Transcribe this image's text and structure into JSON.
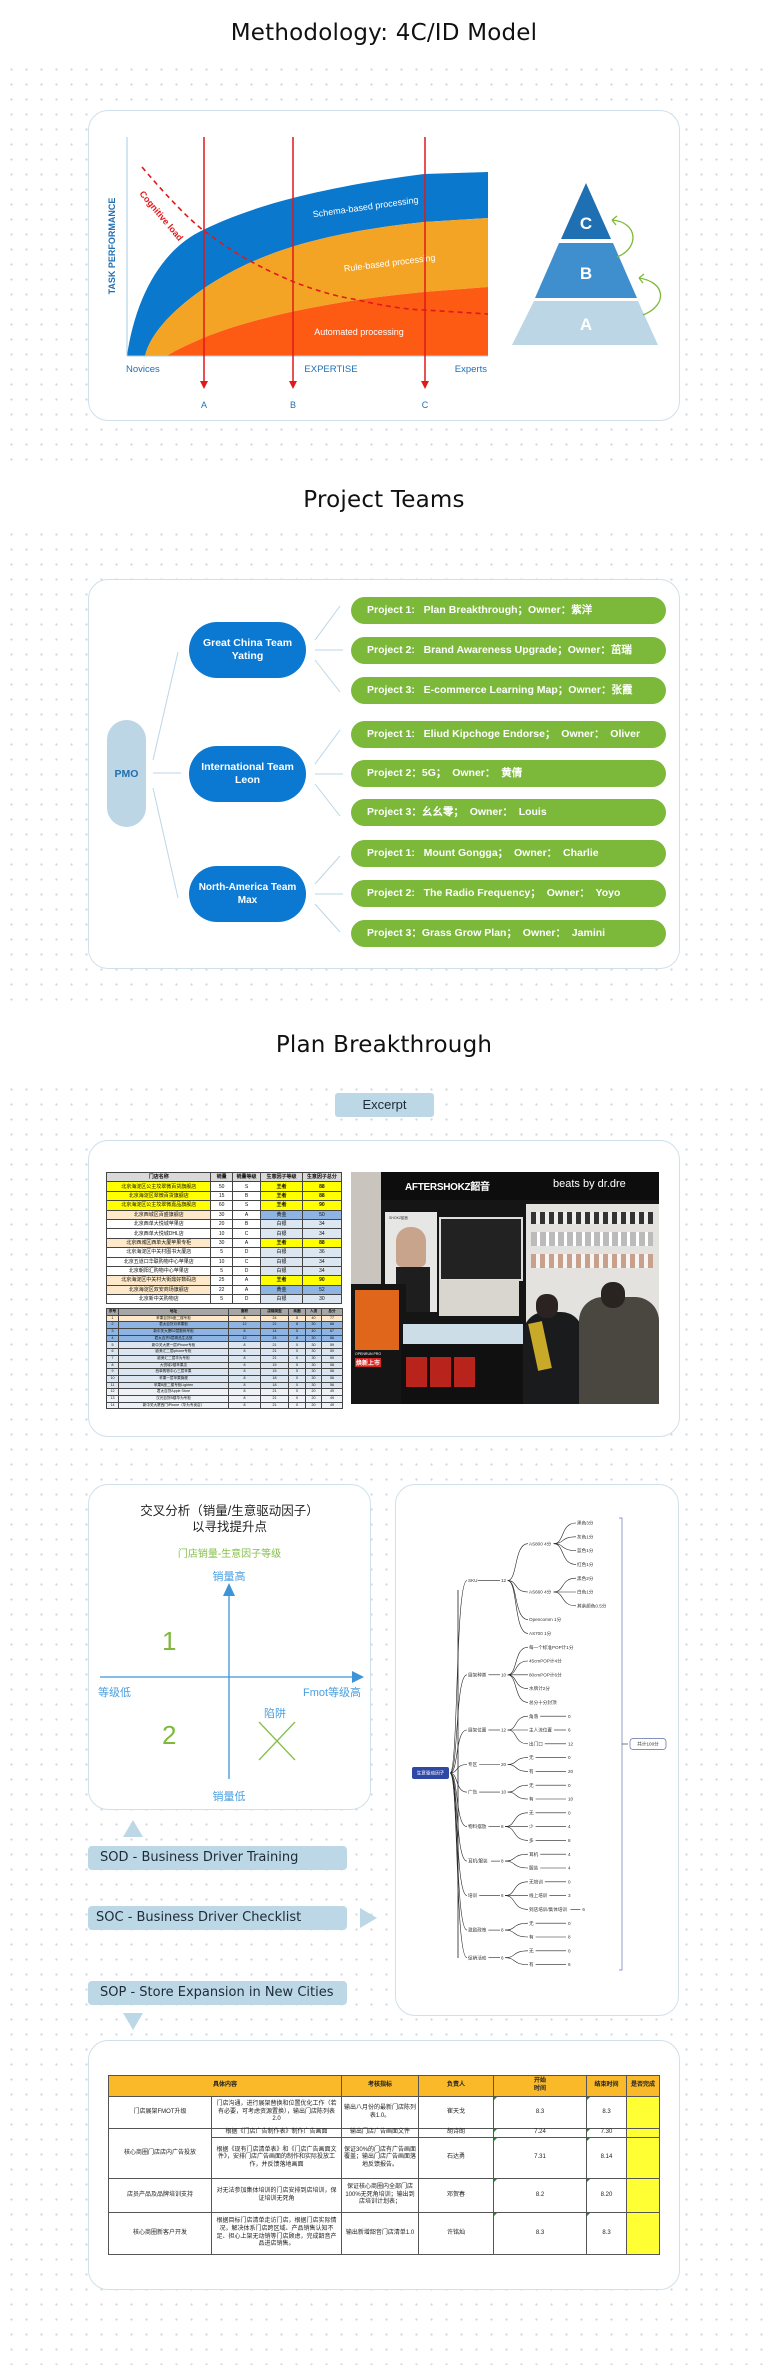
{
  "sections": {
    "methodology": {
      "title": "Methodology: 4C/ID Model"
    },
    "teams": {
      "title": "Project Teams"
    },
    "plan": {
      "title": "Plan Breakthrough",
      "excerpt_button": "Excerpt"
    }
  },
  "model_chart": {
    "y_axis": "TASK PERFORMANCE",
    "x_left": "Novices",
    "x_center": "EXPERTISE",
    "x_right": "Experts",
    "band_schema": "Schema-based processing",
    "band_rule": "Rule-based processing",
    "band_auto": "Automated processing",
    "curve_label": "Cognitive load",
    "markers": [
      "A",
      "B",
      "C"
    ]
  },
  "pyramid": {
    "levels": [
      "C",
      "B",
      "A"
    ]
  },
  "teams": {
    "pmo": "PMO",
    "groups": [
      {
        "name": "Great China Team",
        "lead": "Yating",
        "projects": [
          "Project 1:   Plan Breakthrough；Owner：紫洋",
          "Project 2:   Brand Awareness Upgrade；Owner：茁瑞",
          "Project 3:   E-commerce Learning Map；Owner：张霞"
        ]
      },
      {
        "name": "International Team",
        "lead": "Leon",
        "projects": [
          "Project 1:   Eliud Kipchoge Endorse；  Owner：  Oliver",
          "Project 2：5G；  Owner：  黄倩",
          "Project 3：幺幺零；  Owner：  Louis"
        ]
      },
      {
        "name": "North-America Team",
        "lead": "Max",
        "projects": [
          "Project 1:   Mount Gongga；  Owner：  Charlie",
          "Project 2:   The Radio Frequency；  Owner：  Yoyo",
          "Project 3：Grass Grow Plan；  Owner：  Jamini"
        ]
      }
    ]
  },
  "excerpt": {
    "table1": {
      "headers": [
        "门店名称",
        "销量",
        "销量等级",
        "生意因子等级",
        "生意因子总分"
      ],
      "rows": [
        [
          "北京海淀区公主坟翠微百货旗舰店",
          "50",
          "S",
          "王者",
          "88"
        ],
        [
          "北京海淀区翠微百货旗舰店",
          "15",
          "B",
          "王者",
          "88"
        ],
        [
          "北京海淀区公主坟翠微嘉品旗舰店",
          "60",
          "S",
          "王者",
          "90"
        ],
        [
          "北京西城区百盛旗舰店",
          "30",
          "A",
          "黄金",
          "50"
        ],
        [
          "北京西单大悦城苹果店",
          "20",
          "B",
          "白银",
          "34"
        ],
        [
          "北京西单大悦城DHL店",
          "10",
          "C",
          "白银",
          "34"
        ],
        [
          "北京西城区西单大厦苹果专柜",
          "30",
          "A",
          "王者",
          "88"
        ],
        [
          "北京海淀区中关村图书大厦店",
          "5",
          "D",
          "白银",
          "36"
        ],
        [
          "北京五道口华联购物中心苹果店",
          "10",
          "C",
          "白银",
          "34"
        ],
        [
          "北京朝阳汇购物中心苹果店",
          "5",
          "D",
          "白银",
          "34"
        ],
        [
          "北京海淀区中关村大街鼎好数码店",
          "25",
          "A",
          "王者",
          "90"
        ],
        [
          "北京海淀区双安商场旗舰店",
          "22",
          "A",
          "黄金",
          "52"
        ],
        [
          "北京新中关购物店",
          "5",
          "D",
          "白银",
          "30"
        ]
      ]
    },
    "table2": {
      "headers": [
        "序号",
        "地址",
        "面积",
        "店铺类型",
        "商圈",
        "人流",
        "总分"
      ],
      "rows": [
        [
          "1",
          "苹果百货B座二楼专柜",
          "8",
          "24",
          "5",
          "40",
          "77"
        ],
        [
          "2",
          "君太百货月苹果柜",
          "12",
          "21",
          "8",
          "30",
          "68"
        ],
        [
          "3",
          "新中关大厦B2层数码专柜",
          "8",
          "14",
          "5",
          "40",
          "67"
        ],
        [
          "4",
          "君太百货5层精品生活馆",
          "12",
          "24",
          "8",
          "30",
          "66"
        ],
        [
          "5",
          "新中关大厦一层iPhone专柜",
          "8",
          "21",
          "0",
          "30",
          "59"
        ],
        [
          "6",
          "欧美汇二层iphone专柜",
          "8",
          "21",
          "0",
          "30",
          "59"
        ],
        [
          "7",
          "欧美汇二层华为专柜",
          "8",
          "21",
          "0",
          "30",
          "59"
        ],
        [
          "8",
          "大悦城2楼苹果店",
          "8",
          "15",
          "5",
          "30",
          "58"
        ],
        [
          "9",
          "西单购物中心三层苹果",
          "8",
          "15",
          "5",
          "30",
          "58"
        ],
        [
          "10",
          "苹果一层苹果旗舰",
          "8",
          "18",
          "0",
          "30",
          "56"
        ],
        [
          "11",
          "苹果B座二楼专柜Lighten",
          "8",
          "18",
          "0",
          "30",
          "56"
        ],
        [
          "12",
          "君太百货Apple Store",
          "8",
          "21",
          "0",
          "20",
          "49"
        ],
        [
          "13",
          "汉光百货B楼华为专柜",
          "8",
          "21",
          "0",
          "20",
          "49"
        ],
        [
          "14",
          "新中关大厦西门iPhone（华为专卖店）",
          "8",
          "21",
          "0",
          "20",
          "49"
        ]
      ]
    },
    "photo": {
      "brand_left": "AFTERSHOKZ韶音",
      "brand_right": "beats by dr.dre",
      "poster_brand": "SHOKZ韶音",
      "poster_model": "OPENRUN PRO",
      "poster_slogan": "焕新上市"
    }
  },
  "quadrant": {
    "title_line1": "交叉分析（销量/生意驱动因子）",
    "title_line2": "以寻找提升点",
    "subtitle": "门店销量-生意因子等级",
    "y_high": "销量高",
    "y_low": "销量低",
    "x_low": "等级低",
    "x_high": "Fmot等级高",
    "q1": "1",
    "q2": "2",
    "trap": "陷阱"
  },
  "sop": {
    "items": [
      "SOD - Business Driver Training",
      "SOC - Business Driver Checklist",
      "SOP - Store Expansion in New Cities"
    ]
  },
  "mindmap": {
    "root": "生意驱动因子",
    "total": "共计100分",
    "branches": [
      {
        "label": "SKU",
        "value": "12",
        "children": [
          {
            "label": "AS800 4分",
            "children": [
              {
                "label": "黑色3分"
              },
              {
                "label": "灰色1分"
              },
              {
                "label": "蓝色1分"
              },
              {
                "label": "红色1分"
              }
            ]
          },
          {
            "label": "AS660 4分",
            "children": [
              {
                "label": "黑色2分"
              },
              {
                "label": "白色1分"
              },
              {
                "label": "其余颜色0.5分"
              }
            ]
          },
          {
            "label": "Opencomm 1分"
          },
          {
            "label": "AS700 1分"
          }
        ]
      },
      {
        "label": "展架种类",
        "value": "10",
        "children": [
          {
            "label": "每一个标准POP计1分"
          },
          {
            "label": "45cmPOP计4分"
          },
          {
            "label": "80cmPOP计6分"
          },
          {
            "label": "水牌计2分"
          },
          {
            "label": "总分十分封顶"
          }
        ]
      },
      {
        "label": "展架位置",
        "value": "12",
        "children": [
          {
            "label": "角落",
            "value": "0"
          },
          {
            "label": "主人流位置",
            "value": "6"
          },
          {
            "label": "出门口",
            "value": "12"
          }
        ]
      },
      {
        "label": "专区",
        "value": "20",
        "children": [
          {
            "label": "无",
            "value": "0"
          },
          {
            "label": "有",
            "value": "20"
          }
        ]
      },
      {
        "label": "广告",
        "value": "10",
        "children": [
          {
            "label": "无",
            "value": "0"
          },
          {
            "label": "有",
            "value": "10"
          }
        ]
      },
      {
        "label": "物料摆放",
        "value": "8",
        "children": [
          {
            "label": "无",
            "value": "0"
          },
          {
            "label": "少",
            "value": "4"
          },
          {
            "label": "多",
            "value": "8"
          }
        ]
      },
      {
        "label": "耳机/服装",
        "value": "8",
        "children": [
          {
            "label": "耳机",
            "value": "4"
          },
          {
            "label": "服装",
            "value": "4"
          }
        ]
      },
      {
        "label": "培训",
        "value": "6",
        "children": [
          {
            "label": "无培训",
            "value": "0"
          },
          {
            "label": "线上培训",
            "value": "3"
          },
          {
            "label": "到店培训/集体培训",
            "value": "6"
          }
        ]
      },
      {
        "label": "激励政策",
        "value": "8",
        "children": [
          {
            "label": "无",
            "value": "0"
          },
          {
            "label": "有",
            "value": "8"
          }
        ]
      },
      {
        "label": "促销活动",
        "value": "6",
        "children": [
          {
            "label": "无",
            "value": "0"
          },
          {
            "label": "有",
            "value": "6"
          }
        ]
      }
    ]
  },
  "plan_table": {
    "headers": {
      "content": "具体内容",
      "kpi": "考核指标",
      "owner": "负责人",
      "start": "开始时间",
      "end": "结束时间",
      "done": "是否完成"
    },
    "rows": [
      {
        "task": "门店展架FMOT升级",
        "detail": "门店沟通，进行展架替换和位置优化工作（若有必要，可考虑资源置换），输出门店陈列表2.0",
        "kpi": "输出八月份的最新门店陈列表1.0。",
        "owner": "崔天戈",
        "start": "8.3",
        "end": "8.3"
      },
      {
        "task": "核心商圈门店店内广告投放",
        "detail": "根据《门店广告制作表》制作广告画面",
        "kpi": "输出门店广告画面文件",
        "owner": "胡诗朗",
        "start": "7.24",
        "end": "7.30"
      },
      {
        "task": "",
        "detail": "根据《现有门店清单表》和《门店广告画面文件》，安排门店广告画面的制作和实际投放工作，并反馈落地画面",
        "kpi": "保证30%的门店有广告画面覆盖；输出门店广告画面落地反馈报告。",
        "owner": "石达勇",
        "start": "7.31",
        "end": "8.14"
      },
      {
        "task": "店员产品及品牌培训支持",
        "detail": "对无法参加集体培训的门店安排到店培训，保证培训无死角",
        "kpi": "保证核心商圈内全部门店100%无死角培训；输出到店培训计划表；",
        "owner": "邓贺春",
        "start": "8.2",
        "end": "8.20"
      },
      {
        "task": "核心商圈新客户开发",
        "detail": "根据目标门店清单走访门店，根据门店实际情况，解决体系门店跨区域、产品销售认知不足、担心上架无动销等门店顾虑，完成韶音产品进店销售。",
        "kpi": "输出新增韶音门店清单1.0",
        "owner": "许铭灿",
        "start": "8.3",
        "end": "8.3"
      }
    ]
  },
  "colors": {
    "team_blue": "#0b78d1",
    "project_green": "#7cb93a",
    "pale_blue": "#bcd7e6",
    "arrow_red": "#e0191b",
    "header_orange": "#f9b928",
    "done_yellow": "#ffff33"
  }
}
